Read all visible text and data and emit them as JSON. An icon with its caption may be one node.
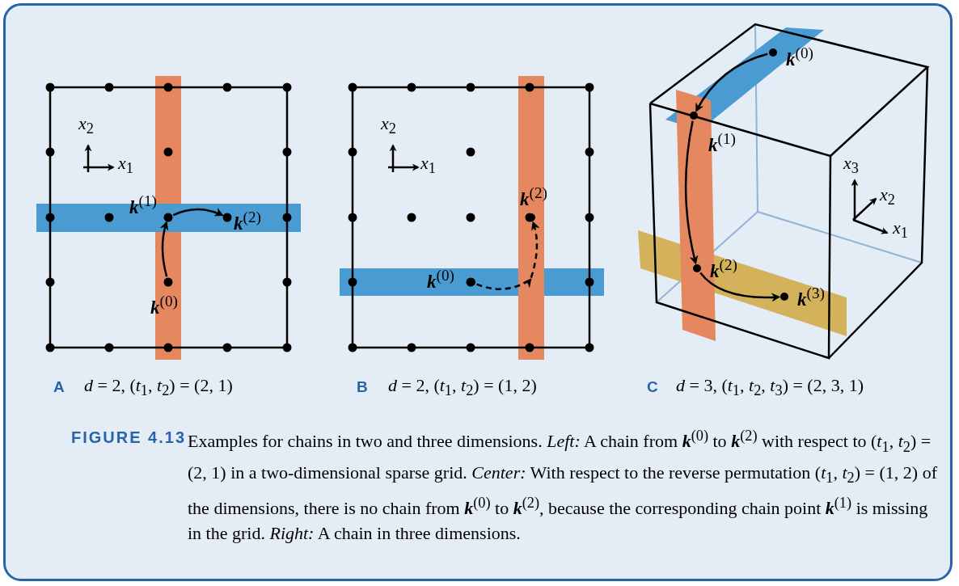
{
  "diagram": {
    "caption": "Examples for chains in two and three dimensions. *Left:* A chain from **k**$^{(0)}$ to **k**$^{(2)}$ with respect to (*t*$_{1}$, *t*$_{2}$) = (2, 1) in a two-dimensional sparse grid. *Center:* With respect to the reverse permutation (*t*$_{1}$, *t*$_{2}$) = (1, 2) of the dimensions, there is no chain from **k**$^{(0)}$ to **k**$^{(2)}$, because the corresponding chain point **k**$^{(1)}$ is missing in the grid. *Right:* A chain in three dimensions.",
    "nodes": [
      {
        "text": [],
        "shape": "circle",
        "beside": [
          "**k**$^{(0)}$"
        ]
      },
      {
        "text": [],
        "shape": "circle",
        "beside": [
          "**k**$^{(1)}$"
        ]
      },
      {
        "text": [],
        "shape": "circle",
        "beside": [
          "**k**$^{(2)}$"
        ]
      },
      {
        "text": [],
        "shape": "circle",
        "beside": [
          "**k**$^{(0)}$"
        ]
      },
      {
        "text": [],
        "shape": "circle",
        "beside": [
          "**k**$^{(2)}$"
        ]
      },
      {
        "text": [],
        "shape": "circle",
        "beside": [
          "**k**$^{(0)}$"
        ]
      },
      {
        "text": [],
        "shape": "circle",
        "beside": [
          "**k**$^{(1)}$"
        ]
      },
      {
        "text": [],
        "shape": "circle",
        "beside": [
          "**k**$^{(2)}$"
        ]
      },
      {
        "text": [],
        "shape": "circle",
        "beside": [
          "**k**$^{(3)}$"
        ]
      }
    ],
    "edges": [
      {
        "from": 0,
        "to": 1,
        "arrow": "to"
      },
      {
        "from": 1,
        "to": 2,
        "arrow": "to"
      },
      {
        "from": 3,
        "to": 4,
        "arrow": "to",
        "style": "dashed"
      },
      {
        "from": 5,
        "to": 6,
        "arrow": "to"
      },
      {
        "from": 6,
        "to": 7,
        "arrow": "to"
      },
      {
        "from": 7,
        "to": 8,
        "arrow": "to"
      }
    ],
    "labels": [
      "*x*$_{2}$",
      "*x*$_{1}$",
      "*x*$_{2}$",
      "*x*$_{1}$",
      "*x*$_{3}$",
      "*x*$_{2}$",
      "*x*$_{1}$",
      "A",
      "*d* = 2, (*t*$_{1}$, *t*$_{2}$) = (2, 1)",
      "B",
      "*d* = 2, (*t*$_{1}$, *t*$_{2}$) = (1, 2)",
      "C",
      "*d* = 3, (*t*$_{1}$, *t*$_{2}$, *t*$_{3}$) = (2, 3, 1)",
      "FIGURE 4.13"
    ]
  }
}
